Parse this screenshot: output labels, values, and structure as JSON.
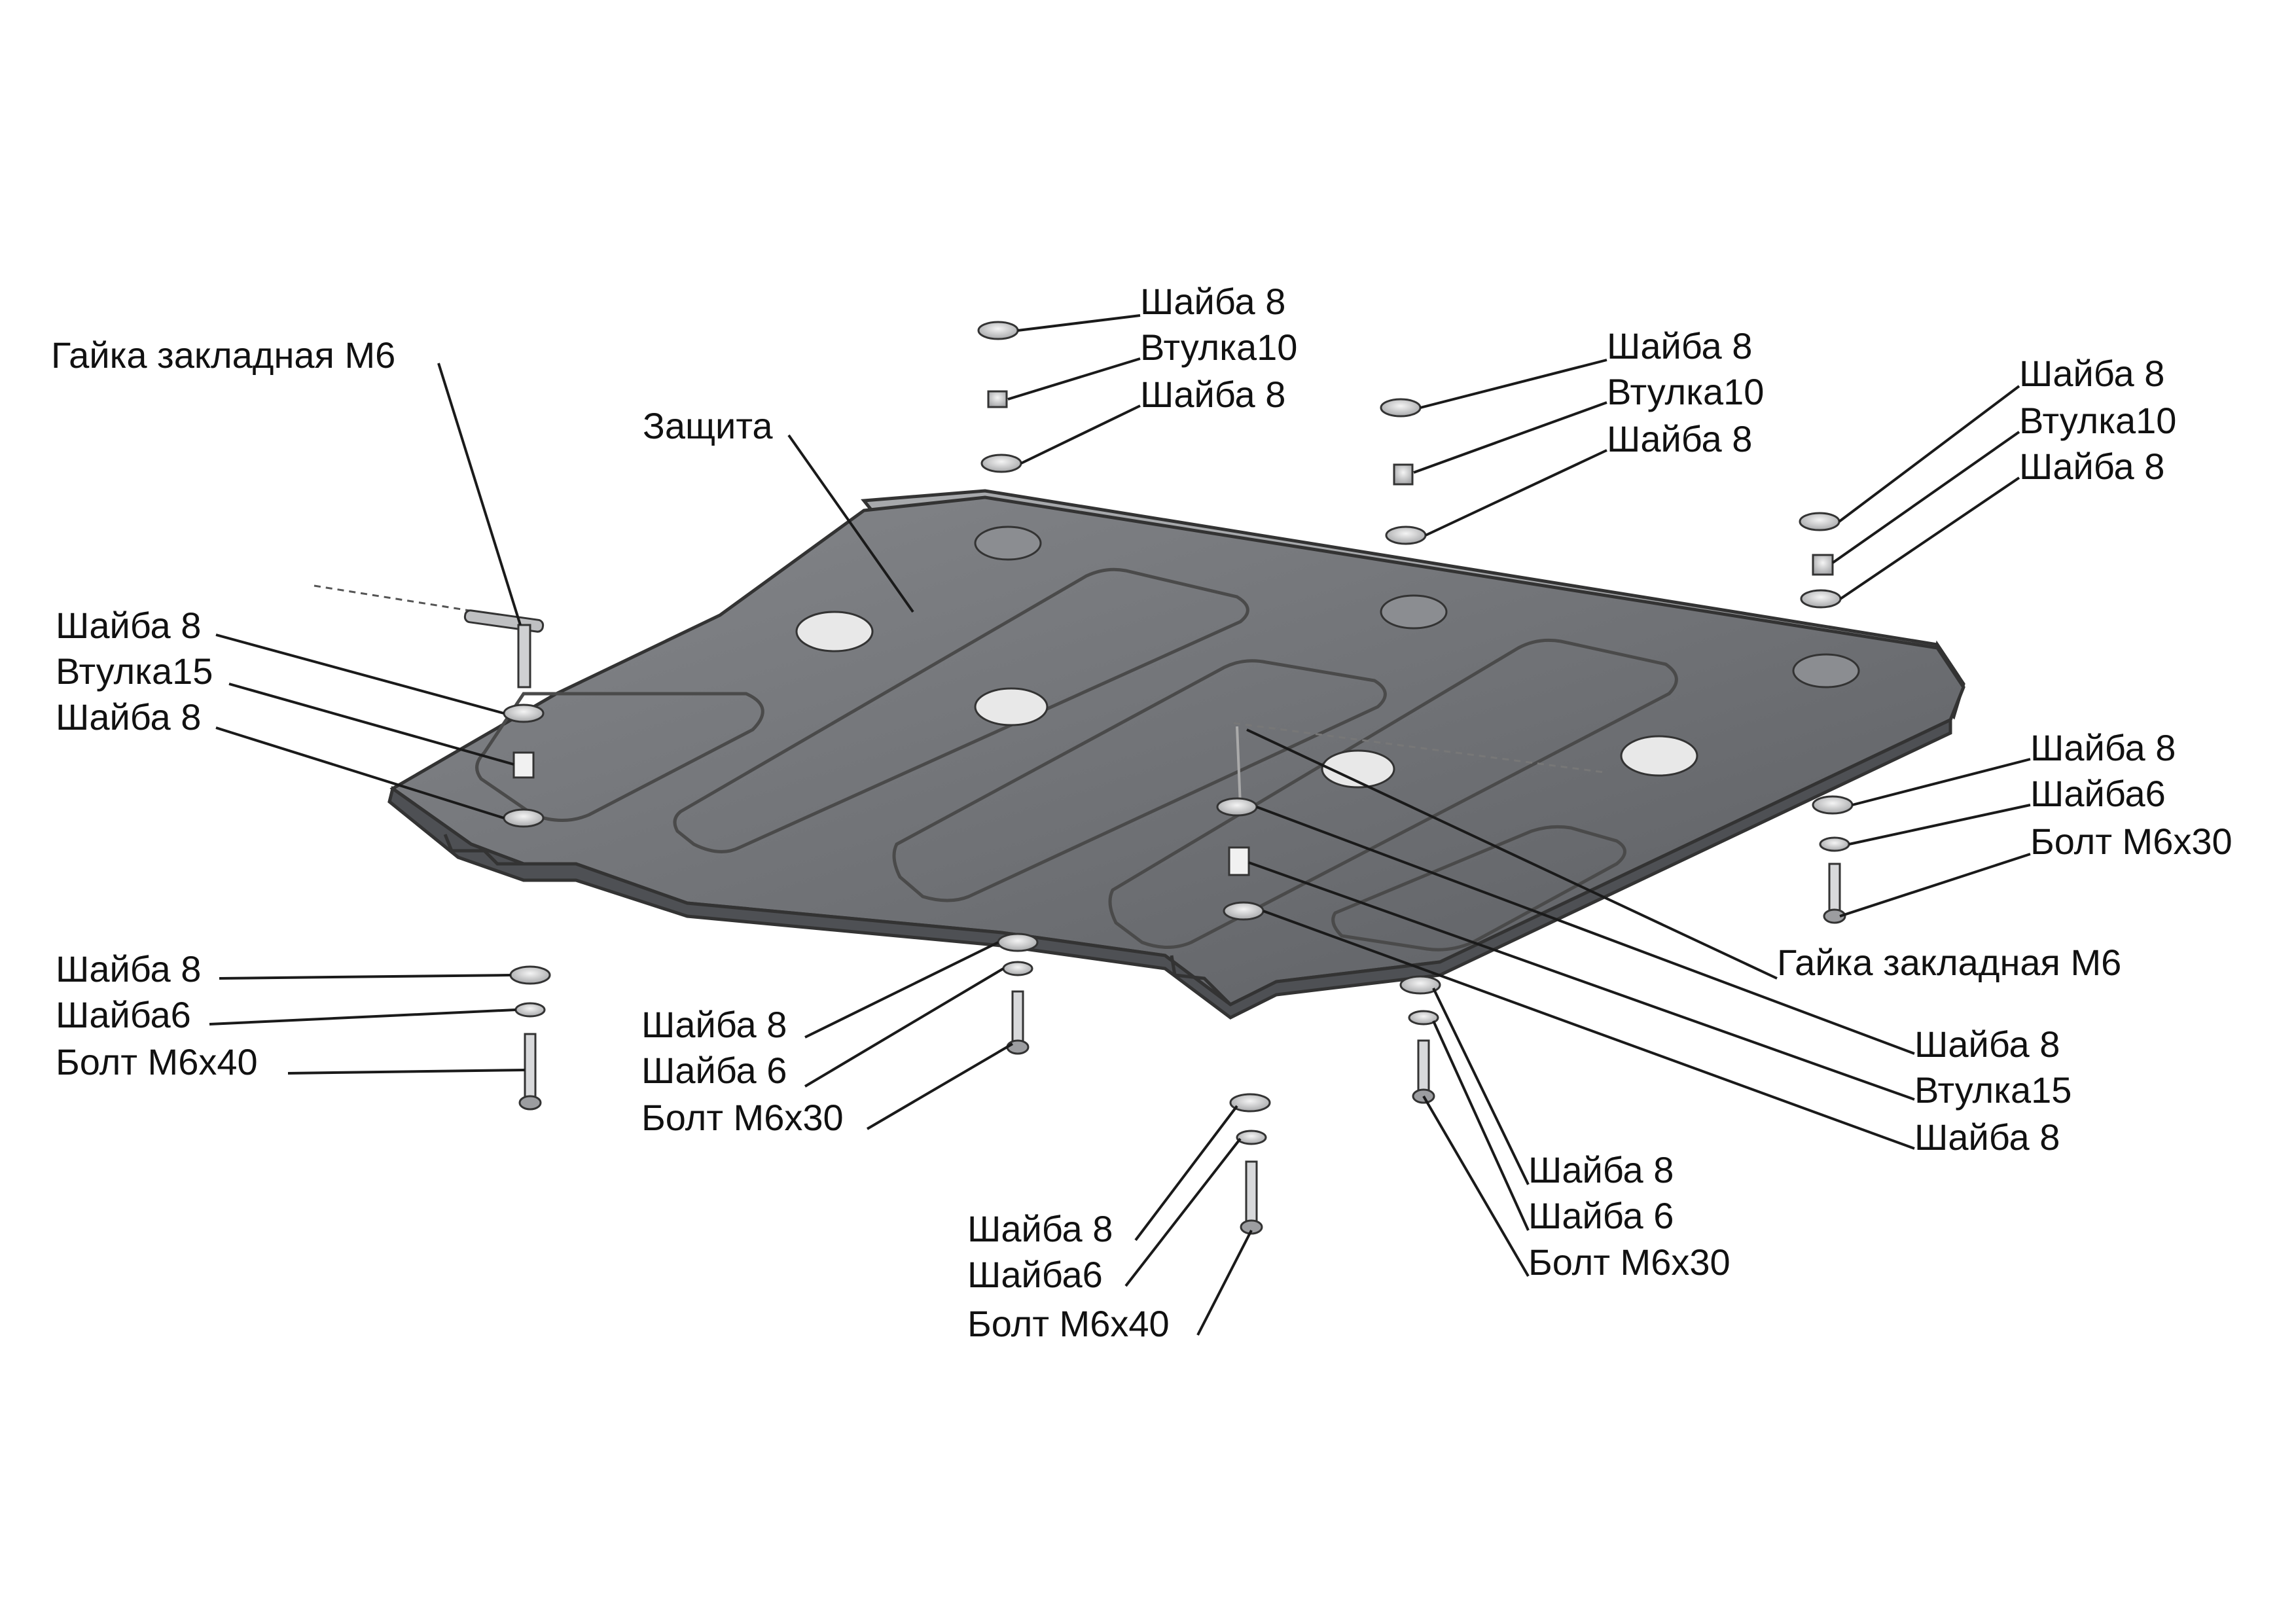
{
  "labels": {
    "gayka_tl": "Гайка закладная М6",
    "zashchita": "Защита",
    "shayba8_tc_1": "Шайба 8",
    "vtulka10_tc": "Втулка10",
    "shayba8_tc_2": "Шайба 8",
    "shayba8_tm_1": "Шайба 8",
    "vtulka10_tm": "Втулка10",
    "shayba8_tm_2": "Шайба 8",
    "shayba8_tr_1": "Шайба 8",
    "vtulka10_tr": "Втулка10",
    "shayba8_tr_2": "Шайба 8",
    "shayba8_l_1": "Шайба 8",
    "vtulka15_l": "Втулка15",
    "shayba8_l_2": "Шайба 8",
    "shayba8_r_1": "Шайба 8",
    "shayba6_r": "Шайба6",
    "bolt_m6x30_r": "Болт М6х30",
    "gayka_r": "Гайка закладная М6",
    "shayba8_ll": "Шайба 8",
    "shayba6_ll": "Шайба6",
    "bolt_m6x40_ll": "Болт М6х40",
    "shayba8_bc": "Шайба 8",
    "shayba6_bc": "Шайба 6",
    "bolt_m6x30_bc": "Болт М6х30",
    "shayba8_rm_1": "Шайба 8",
    "vtulka15_rm": "Втулка15",
    "shayba8_rm_2": "Шайба 8",
    "shayba8_br": "Шайба 8",
    "shayba6_br": "Шайба 6",
    "bolt_m6x30_br": "Болт М6х30",
    "shayba8_bb": "Шайба 8",
    "shayba6_bb": "Шайба6",
    "bolt_m6x40_bb": "Болт М6х40"
  },
  "colors": {
    "plate": "#6f7175",
    "plate_dark": "#55575b",
    "plate_light": "#9a9ca0",
    "hardware": "#cfd0d2"
  }
}
